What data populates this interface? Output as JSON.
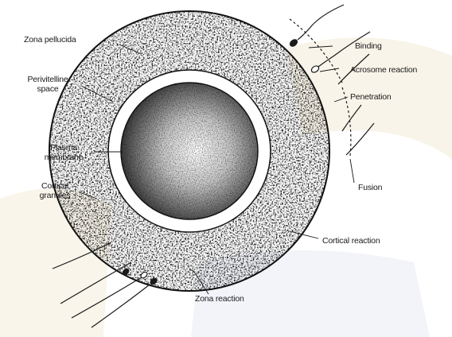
{
  "labels": {
    "zona_pellucida": "Zona pellucida",
    "perivitelline_space": "Perivitelline\nspace",
    "plasma_membrane": "Plasma\nmembrane",
    "cortical_granules": "Cortical\ngranules",
    "binding": "Binding",
    "acrosome_reaction": "Acrosome reaction",
    "penetration": "Penetration",
    "fusion": "Fusion",
    "cortical_reaction": "Cortical reaction",
    "zona_reaction": "Zona reaction"
  },
  "colors": {
    "background": "#ffffff",
    "watermark": "#f4eedc",
    "zona_outline": "#111111",
    "cytoplasm": "#7a7a7a",
    "line": "#1a1a1a"
  }
}
